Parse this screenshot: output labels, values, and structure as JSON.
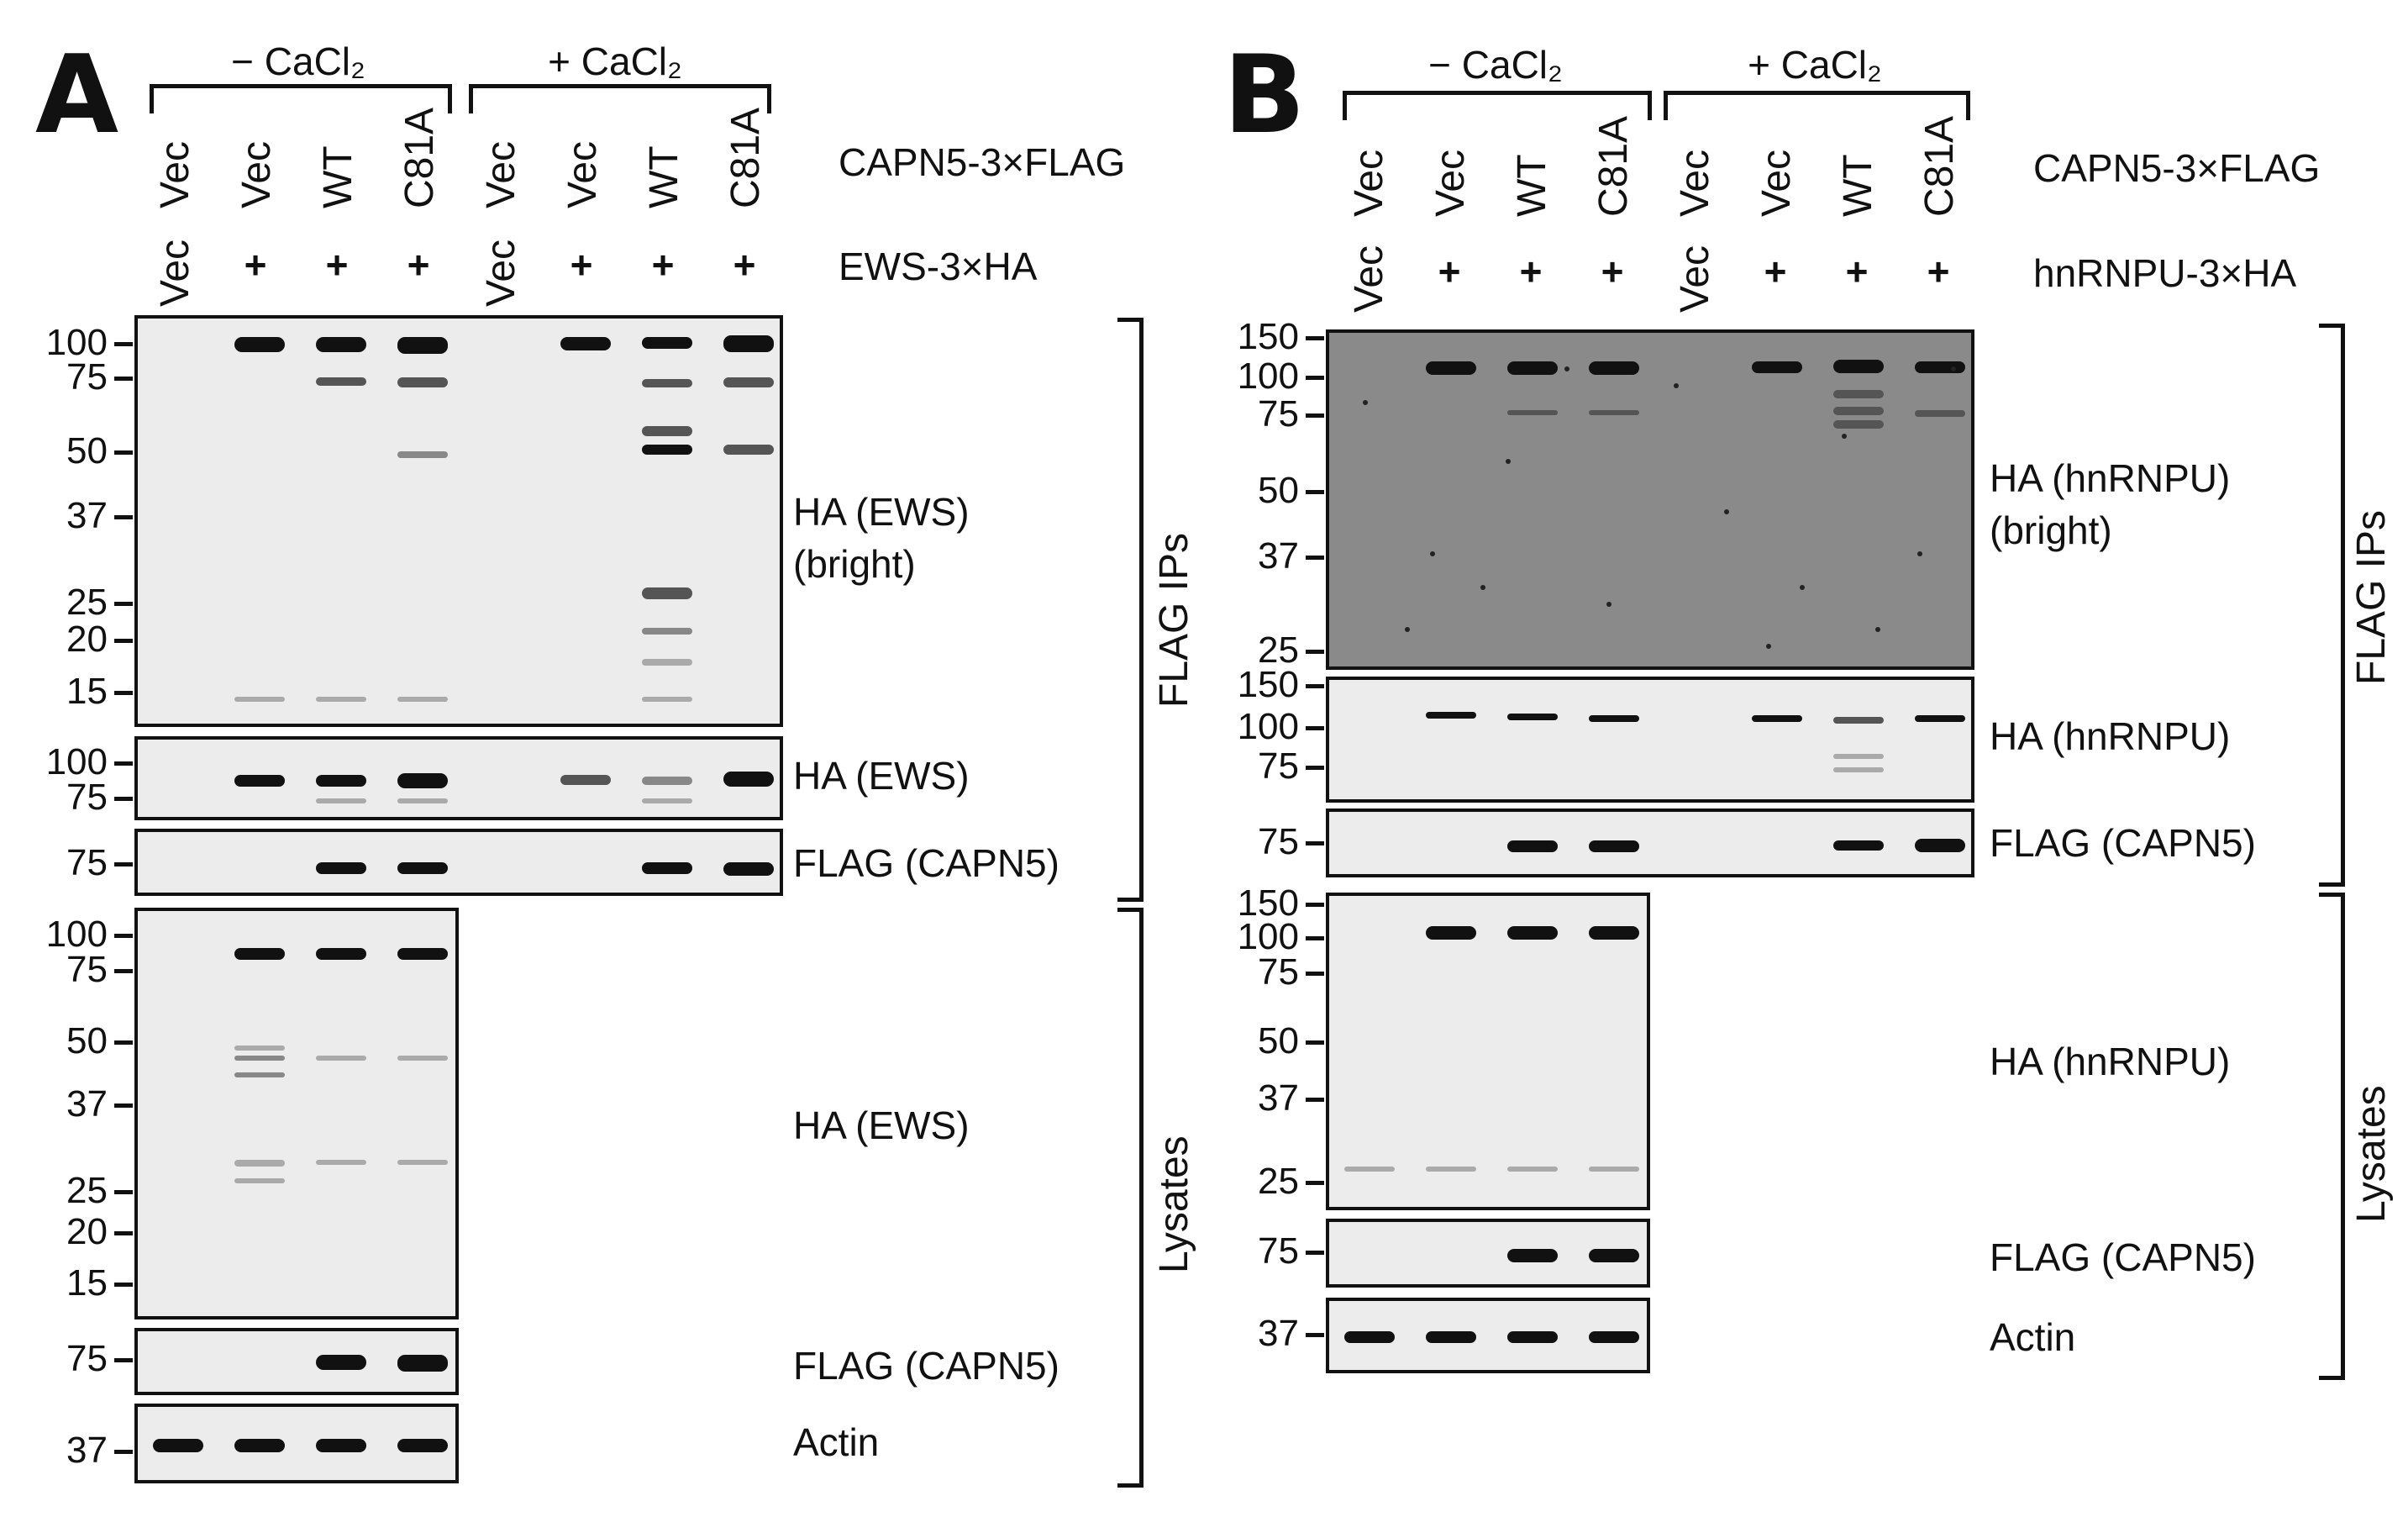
{
  "figure": {
    "panelA": {
      "letter": "A",
      "groups": [
        "− CaCl₂",
        "+ CaCl₂"
      ],
      "row1_label": "CAPN5-3×FLAG",
      "row2_label": "EWS-3×HA",
      "lanes_capn5": [
        "Vec",
        "Vec",
        "WT",
        "C81A",
        "Vec",
        "Vec",
        "WT",
        "C81A"
      ],
      "lanes_ha": [
        "Vec",
        "+",
        "+",
        "+",
        "Vec",
        "+",
        "+",
        "+"
      ],
      "blots": {
        "ha_bright": {
          "label_line1": "HA (EWS)",
          "label_line2": "(bright)",
          "mw": [
            "100",
            "75",
            "50",
            "37",
            "25",
            "20",
            "15"
          ]
        },
        "ha": {
          "label": "HA (EWS)",
          "mw": [
            "100",
            "75"
          ]
        },
        "flag": {
          "label": "FLAG (CAPN5)",
          "mw": [
            "75"
          ]
        },
        "lys_ha": {
          "label": "HA (EWS)",
          "mw": [
            "100",
            "75",
            "50",
            "37",
            "25",
            "20",
            "15"
          ]
        },
        "lys_flag": {
          "label": "FLAG (CAPN5)",
          "mw": [
            "75"
          ]
        },
        "lys_actin": {
          "label": "Actin",
          "mw": [
            "37"
          ]
        }
      },
      "side_labels": {
        "ips": "FLAG IPs",
        "lysates": "Lysates"
      }
    },
    "panelB": {
      "letter": "B",
      "groups": [
        "− CaCl₂",
        "+ CaCl₂"
      ],
      "row1_label": "CAPN5-3×FLAG",
      "row2_label": "hnRNPU-3×HA",
      "lanes_capn5": [
        "Vec",
        "Vec",
        "WT",
        "C81A",
        "Vec",
        "Vec",
        "WT",
        "C81A"
      ],
      "lanes_ha": [
        "Vec",
        "+",
        "+",
        "+",
        "Vec",
        "+",
        "+",
        "+"
      ],
      "blots": {
        "ha_bright": {
          "label_line1": "HA (hnRNPU)",
          "label_line2": "(bright)",
          "mw": [
            "150",
            "100",
            "75",
            "50",
            "37",
            "25"
          ]
        },
        "ha": {
          "label": "HA (hnRNPU)",
          "mw": [
            "150",
            "100",
            "75"
          ]
        },
        "flag": {
          "label": "FLAG (CAPN5)",
          "mw": [
            "75"
          ]
        },
        "lys_ha": {
          "label": "HA (hnRNPU)",
          "mw": [
            "150",
            "100",
            "75",
            "50",
            "37",
            "25"
          ]
        },
        "lys_flag": {
          "label": "FLAG (CAPN5)",
          "mw": [
            "75"
          ]
        },
        "lys_actin": {
          "label": "Actin",
          "mw": [
            "37"
          ]
        }
      },
      "side_labels": {
        "ips": "FLAG IPs",
        "lysates": "Lysates"
      }
    }
  }
}
